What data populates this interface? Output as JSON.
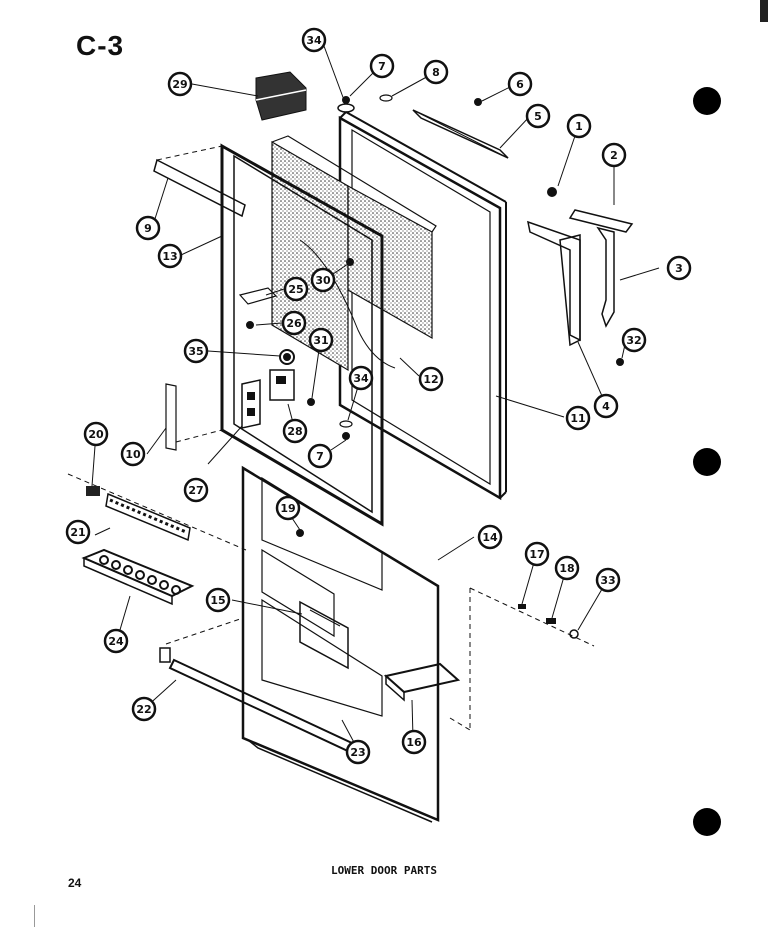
{
  "header": {
    "figure_code": "C-3"
  },
  "footer": {
    "caption": "LOWER DOOR PARTS",
    "page_number": "24"
  },
  "callouts": [
    "34",
    "7",
    "8",
    "6",
    "5",
    "29",
    "1",
    "2",
    "9",
    "13",
    "30",
    "3",
    "25",
    "26",
    "32",
    "35",
    "31",
    "12",
    "34",
    "11",
    "4",
    "10",
    "28",
    "7",
    "20",
    "27",
    "14",
    "19",
    "21",
    "17",
    "18",
    "33",
    "24",
    "15",
    "16",
    "22",
    "23"
  ],
  "colors": {
    "ink": "#111111",
    "paper": "#ffffff",
    "foam": "#b8b8b8"
  }
}
